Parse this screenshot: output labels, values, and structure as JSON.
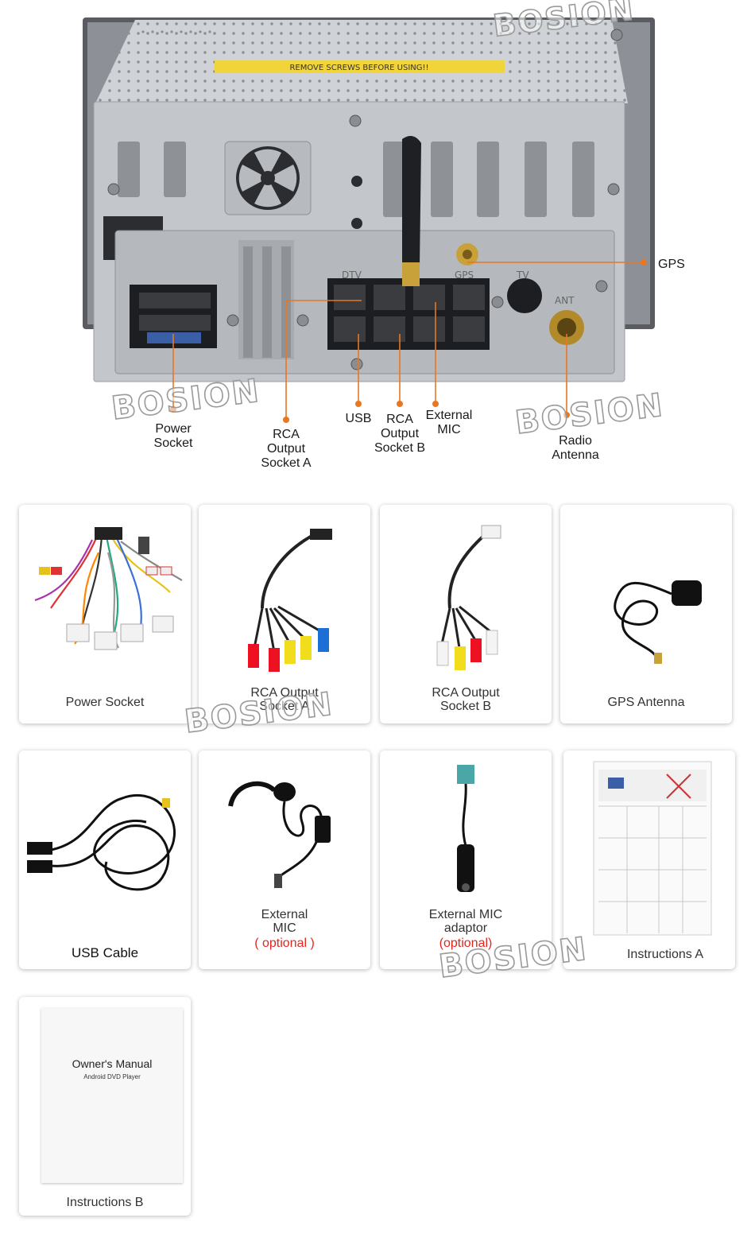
{
  "colors": {
    "accent": "#e87722",
    "optional_text": "#e3261c",
    "label_text": "#333333"
  },
  "brand_watermark": "BOSION",
  "device": {
    "warning_sticker": "REMOVE SCREWS BEFORE USING!!",
    "port_marks": {
      "dtv": "DTV",
      "gps": "GPS",
      "tv": "TV",
      "ant": "ANT"
    }
  },
  "callouts": {
    "gps": "GPS",
    "power_socket": "Power\nSocket",
    "rca_a": "RCA\nOutput\nSocket A",
    "usb": "USB",
    "rca_b": "RCA\nOutput\nSocket B",
    "external_mic": "External\nMIC",
    "radio_antenna": "Radio\nAntenna"
  },
  "accessories": [
    {
      "label": "Power Socket",
      "icon": "wiring-harness-icon"
    },
    {
      "label": "RCA Output\nSocket A",
      "icon": "rca-cable-icon"
    },
    {
      "label": "RCA Output\nSocket B",
      "icon": "rca-cable-icon"
    },
    {
      "label": "GPS Antenna",
      "icon": "gps-antenna-icon"
    },
    {
      "label": "USB Cable",
      "icon": "usb-cable-icon"
    },
    {
      "label": "External\nMIC",
      "optional": "( optional )",
      "icon": "microphone-icon"
    },
    {
      "label": "External MIC\nadaptor",
      "optional": "(optional)",
      "icon": "mic-adaptor-icon"
    },
    {
      "label": "Instructions A",
      "icon": "instruction-sheet-icon"
    },
    {
      "label": "Instructions B",
      "icon": "manual-booklet-icon",
      "manual_title": "Owner's Manual",
      "manual_subtitle": "Android DVD Player"
    }
  ]
}
